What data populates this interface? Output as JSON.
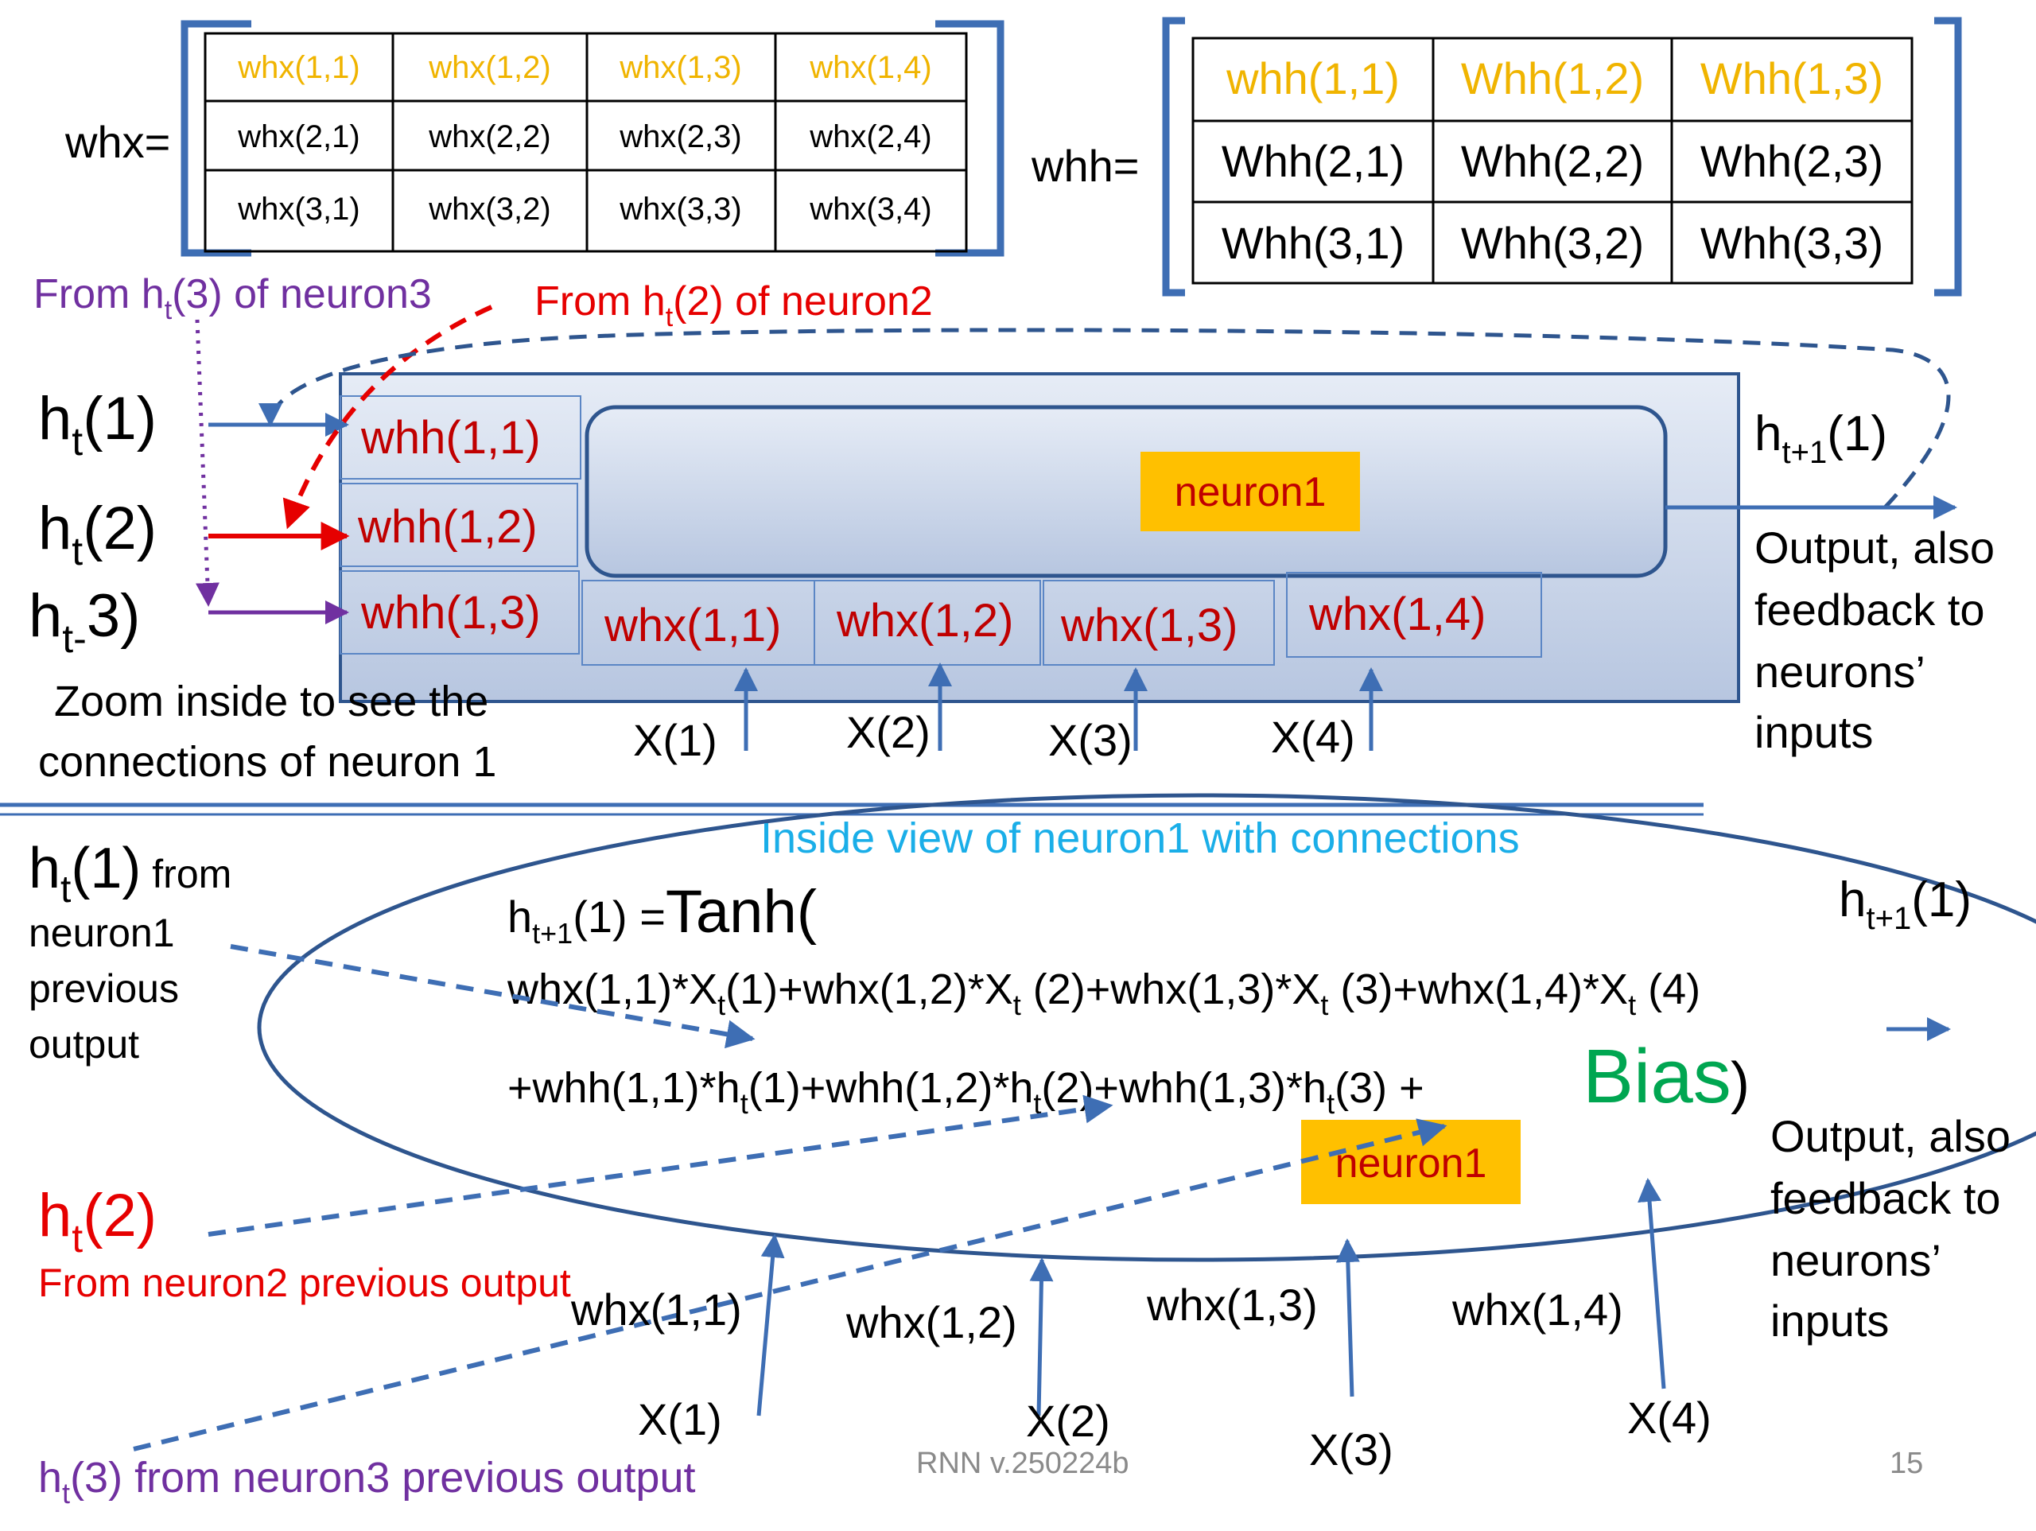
{
  "colors": {
    "blue": "#3e6eb4",
    "dark_blue": "#2e558e",
    "red": "#e60000",
    "dark_red": "#c00000",
    "purple": "#7030a0",
    "yellow_text": "#f0b400",
    "orange_fill": "#ffc000",
    "green": "#00a651",
    "cyan": "#1aaee8",
    "gray": "#8a8a8a"
  },
  "whx_matrix": {
    "label": "whx=",
    "rows": [
      [
        "whx(1,1)",
        "whx(1,2)",
        "whx(1,3)",
        "whx(1,4)"
      ],
      [
        "whx(2,1)",
        "whx(2,2)",
        "whx(2,3)",
        "whx(2,4)"
      ],
      [
        "whx(3,1)",
        "whx(3,2)",
        "whx(3,3)",
        "whx(3,4)"
      ]
    ]
  },
  "whh_matrix": {
    "label": "whh=",
    "rows": [
      [
        "whh(1,1)",
        "Whh(1,2)",
        "Whh(1,3)"
      ],
      [
        "Whh(2,1)",
        "Whh(2,2)",
        "Whh(2,3)"
      ],
      [
        "Whh(3,1)",
        "Whh(3,2)",
        "Whh(3,3)"
      ]
    ]
  },
  "top": {
    "from_neuron3": {
      "a": "From h",
      "sub": "t",
      "b": "(3) of neuron3"
    },
    "from_neuron2": {
      "a": "From h",
      "sub": "t",
      "b": "(2) of neuron2"
    },
    "ht1": {
      "a": "h",
      "sub": "t",
      "b": "(1)"
    },
    "ht2": {
      "a": "h",
      "sub": "t",
      "b": "(2)"
    },
    "ht3": {
      "a": "h",
      "sub": "t-",
      "b": "3)"
    },
    "whh_inputs": [
      "whh(1,1)",
      "whh(1,2)",
      "whh(1,3)"
    ],
    "whx_inputs": [
      "whx(1,1)",
      "whx(1,2)",
      "whx(1,3)",
      "whx(1,4)"
    ],
    "neuron_label": "neuron1",
    "x_inputs": [
      "X(1)",
      "X(2)",
      "X(3)",
      "X(4)"
    ],
    "output_label": {
      "a": "h",
      "sub": "t+1",
      "b": "(1)"
    },
    "output_note": [
      "Output, also",
      "feedback to",
      "neurons’",
      "inputs"
    ],
    "zoom_note": [
      "Zoom inside to see the",
      "connections of neuron 1"
    ]
  },
  "bottom": {
    "title": "Inside view of neuron1 with connections",
    "ht1": {
      "a": "h",
      "sub": "t",
      "b": "(1)",
      "c": " from"
    },
    "ht1_note": [
      "neuron1",
      "previous",
      "output"
    ],
    "ht2": {
      "a": "h",
      "sub": "t",
      "b": "(2)"
    },
    "ht2_note": "From neuron2 previous output",
    "ht3": {
      "a": "h",
      "sub": "t",
      "b": "(3) from neuron3 previous output"
    },
    "eq_line1": {
      "a": "h",
      "sub": "t+1",
      "b": "(1) =",
      "c": "Tanh("
    },
    "eq_line2": [
      {
        "t": "whx(1,1)*X"
      },
      {
        "s": "t"
      },
      {
        "t": "(1)+whx(1,2)*X"
      },
      {
        "s": "t"
      },
      {
        "t": " (2)+whx(1,3)*X"
      },
      {
        "s": "t"
      },
      {
        "t": " (3)+whx(1,4)*X"
      },
      {
        "s": "t"
      },
      {
        "t": " (4)"
      }
    ],
    "eq_line3": [
      {
        "t": "+whh(1,1)*h"
      },
      {
        "s": "t"
      },
      {
        "t": "(1)+whh(1,2)*h"
      },
      {
        "s": "t"
      },
      {
        "t": "(2)+whh(1,3)*h"
      },
      {
        "s": "t"
      },
      {
        "t": "(3) +"
      }
    ],
    "bias": "Bias",
    "bias_close": ")",
    "neuron_label": "neuron1",
    "whx_labels": [
      "whx(1,1)",
      "whx(1,2)",
      "whx(1,3)",
      "whx(1,4)"
    ],
    "x_inputs": [
      "X(1)",
      "X(2)",
      "X(3)",
      "X(4)"
    ],
    "output_label": {
      "a": "h",
      "sub": "t+1",
      "b": "(1)"
    },
    "output_note": [
      "Output, also",
      "feedback to",
      "neurons’",
      "inputs"
    ]
  },
  "footer": {
    "version": "RNN v.250224b",
    "page": "15"
  }
}
